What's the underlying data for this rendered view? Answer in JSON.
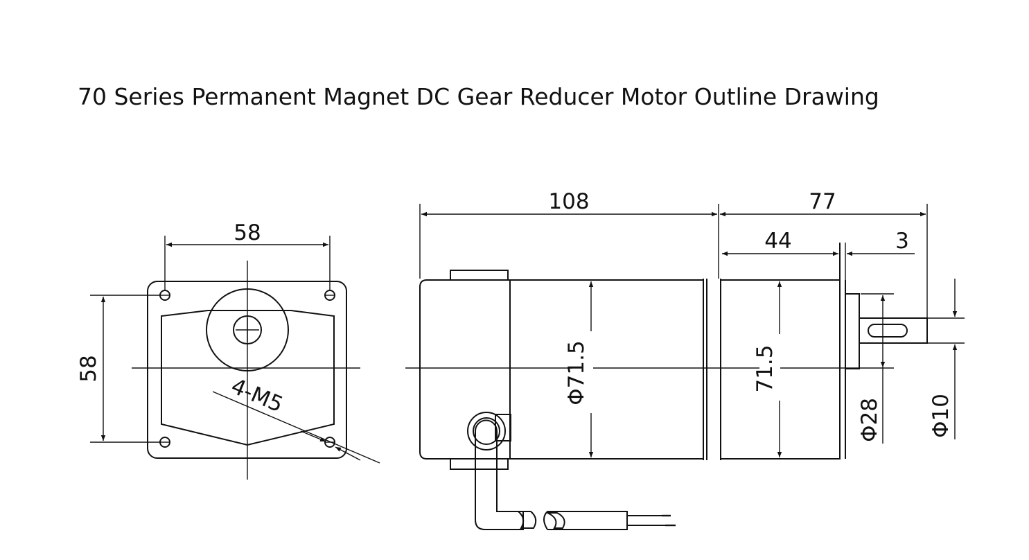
{
  "title": "70 Series Permanent Magnet DC Gear Reducer Motor Outline Drawing",
  "dimensions": {
    "front_width": "58",
    "front_height": "58",
    "mount_holes": "4-M5",
    "motor_length": "108",
    "gearbox_length": "77",
    "gearbox_body": "44",
    "flange_gap": "3",
    "motor_diameter": "Φ71.5",
    "gearbox_height": "71.5",
    "boss_diameter": "Φ28",
    "shaft_diameter": "Φ10"
  },
  "colors": {
    "line": "#111111",
    "background": "#ffffff"
  }
}
